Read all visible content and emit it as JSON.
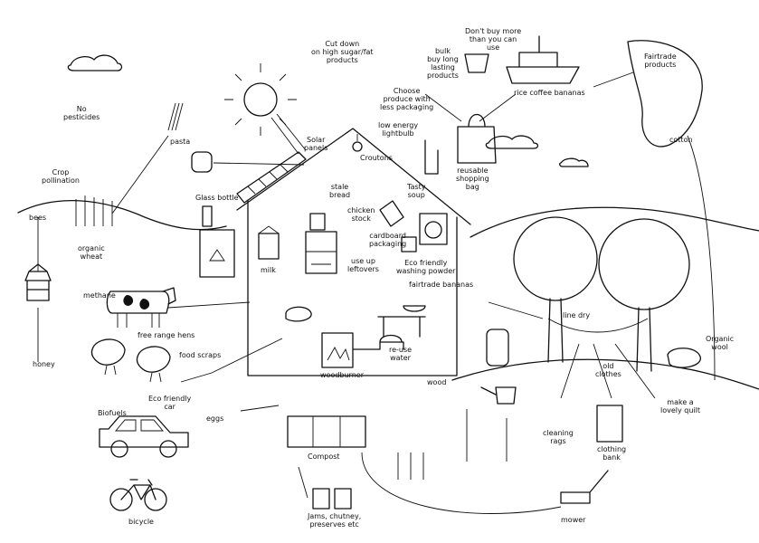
{
  "labels": {
    "no_pesticides": "No\npesticides",
    "crop_pollination": "Crop\npollination",
    "bees": "bees",
    "organic_wheat": "organic\nwheat",
    "pasta": "pasta",
    "glass_bottle": "Glass bottle",
    "solar_panels": "Solar\npanels",
    "low_energy_lightbulb": "low energy\nlightbulb",
    "croutons": "Croutons",
    "stale_bread": "stale\nbread",
    "tasty_soup": "Tasty\nsoup",
    "chicken_stock": "chicken\nstock",
    "cardboard_packaging": "cardboard\npackaging",
    "use_up_leftovers": "use up\nleftovers",
    "eco_friendly_washing_powder": "Eco friendly\nwashing powder",
    "fairtrade_bananas": "fairtrade bananas",
    "milk": "milk",
    "methane": "methane",
    "free_range_hens": "free range hens",
    "food_scraps": "food scraps",
    "woodburner": "woodburner",
    "re_use_water": "re-use\nwater",
    "wood": "wood",
    "honey": "honey",
    "biofuels": "Biofuels",
    "eco_friendly_car": "Eco friendly\ncar",
    "eggs": "eggs",
    "compost": "Compost",
    "bicycle": "bicycle",
    "jams": "Jams, chutney,\npreserves etc",
    "mower": "mower",
    "cut_down": "Cut down\non high sugar/fat\nproducts",
    "choose_produce": "Choose\nproduce with\nless packaging",
    "bulk_buy": "bulk\nbuy long\nlasting\nproducts",
    "dont_buy_more": "Don't buy more\nthan you can\nuse",
    "rice_coffee_bananas": "rice  coffee  bananas",
    "reusable_shopping_bag": "reusable\nshopping\nbag",
    "fairtrade_products": "Fairtrade\nproducts",
    "cotton": "cotton",
    "line_dry": "line dry",
    "organic_wool": "Organic\nwool",
    "old_clothes": "old\nclothes",
    "make_a_lovely_quilt": "make a\nlovely quilt",
    "cleaning_rags": "cleaning\nrags",
    "clothing_bank": "clothing\nbank"
  }
}
